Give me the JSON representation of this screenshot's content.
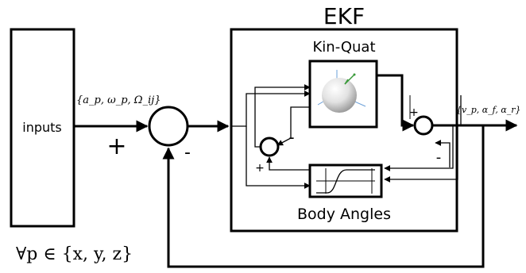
{
  "title": "EKF",
  "blocks": {
    "inputs_label": "inputs",
    "kin_quat_label": "Kin-Quat",
    "body_angles_label": "Body Angles"
  },
  "signals": {
    "input_vector": "{a_p, ω_p, Ω_ij}",
    "output_vector": "{v_p, α_f, α_r}"
  },
  "signs": {
    "outer_plus": "+",
    "outer_minus": "-",
    "inner_left_minus": "-",
    "inner_left_plus": "+",
    "right_plus": "+",
    "right_minus": "-"
  },
  "footnote": "∀p ∈ {x, y, z}",
  "colors": {
    "line": "#000000",
    "sphere_light": "#f4f4f4",
    "sphere_dark": "#9a9a9a",
    "axis_blue": "#6a9fd8",
    "axis_green": "#3a9a3a"
  }
}
